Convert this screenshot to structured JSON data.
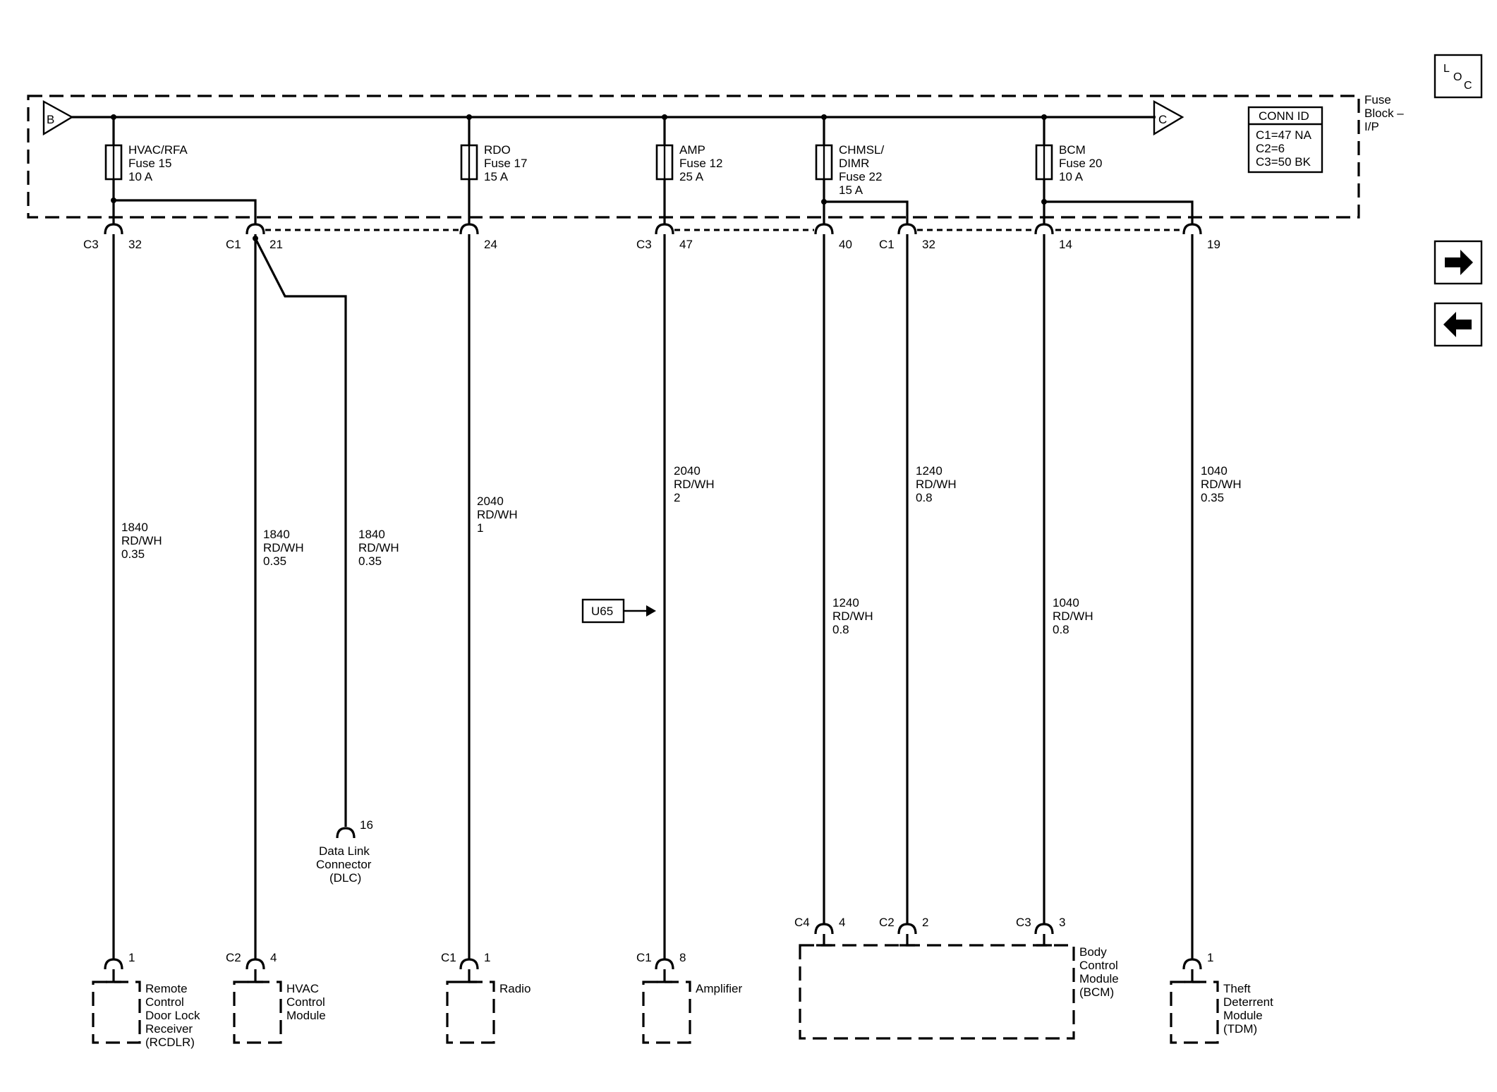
{
  "fuse_block": {
    "label": [
      "Fuse",
      "Block –",
      "I/P"
    ],
    "bus_in": "B",
    "bus_out": "C"
  },
  "conn_id": {
    "title": "CONN ID",
    "lines": [
      "C1=47 NA",
      "C2=6",
      "C3=50 BK"
    ]
  },
  "nav": {
    "loc_icon": "loc-icon",
    "next_icon": "arrow-right-icon",
    "prev_icon": "arrow-left-icon",
    "loc": [
      "L",
      "O",
      "C"
    ]
  },
  "fuses": [
    {
      "name": "HVAC/RFA",
      "fuse": "Fuse 15",
      "rating": "10 A"
    },
    {
      "name": "RDO",
      "fuse": "Fuse 17",
      "rating": "15 A"
    },
    {
      "name": "AMP",
      "fuse": "Fuse 12",
      "rating": "25 A"
    },
    {
      "name": "CHMSL/",
      "name2": "DIMR",
      "fuse": "Fuse 22",
      "rating": "15 A"
    },
    {
      "name": "BCM",
      "fuse": "Fuse 20",
      "rating": "10 A"
    }
  ],
  "top_connectors": [
    {
      "conn": "C3",
      "pin": "32"
    },
    {
      "conn": "C1",
      "pin": "21"
    },
    {
      "pin": "24"
    },
    {
      "conn": "C3",
      "pin": "47"
    },
    {
      "pin": "40"
    },
    {
      "conn": "C1",
      "pin": "32"
    },
    {
      "pin": "14"
    },
    {
      "pin": "19"
    }
  ],
  "wires": [
    {
      "circuit": "1840",
      "color": "RD/WH",
      "gauge": "0.35"
    },
    {
      "circuit": "1840",
      "color": "RD/WH",
      "gauge": "0.35"
    },
    {
      "circuit": "1840",
      "color": "RD/WH",
      "gauge": "0.35"
    },
    {
      "circuit": "2040",
      "color": "RD/WH",
      "gauge": "1"
    },
    {
      "circuit": "2040",
      "color": "RD/WH",
      "gauge": "2"
    },
    {
      "circuit": "1240",
      "color": "RD/WH",
      "gauge": "0.8"
    },
    {
      "circuit": "1240",
      "color": "RD/WH",
      "gauge": "0.8"
    },
    {
      "circuit": "1040",
      "color": "RD/WH",
      "gauge": "0.8"
    },
    {
      "circuit": "1040",
      "color": "RD/WH",
      "gauge": "0.35"
    }
  ],
  "option_ref": "U65",
  "dlc": {
    "pin": "16",
    "label": [
      "Data Link",
      "Connector",
      "(DLC)"
    ]
  },
  "bottom_connectors": [
    {
      "pin": "1"
    },
    {
      "conn": "C2",
      "pin": "4"
    },
    {
      "conn": "C1",
      "pin": "1"
    },
    {
      "conn": "C1",
      "pin": "8"
    },
    {
      "conn": "C4",
      "pin": "4"
    },
    {
      "conn": "C2",
      "pin": "2"
    },
    {
      "conn": "C3",
      "pin": "3"
    },
    {
      "pin": "1"
    }
  ],
  "components": [
    {
      "label": [
        "Remote",
        "Control",
        "Door Lock",
        "Receiver",
        "(RCDLR)"
      ]
    },
    {
      "label": [
        "HVAC",
        "Control",
        "Module"
      ]
    },
    {
      "label": [
        "Radio"
      ]
    },
    {
      "label": [
        "Amplifier"
      ]
    },
    {
      "label": [
        "Body",
        "Control",
        "Module",
        "(BCM)"
      ]
    },
    {
      "label": [
        "Theft",
        "Deterrent",
        "Module",
        "(TDM)"
      ]
    }
  ]
}
